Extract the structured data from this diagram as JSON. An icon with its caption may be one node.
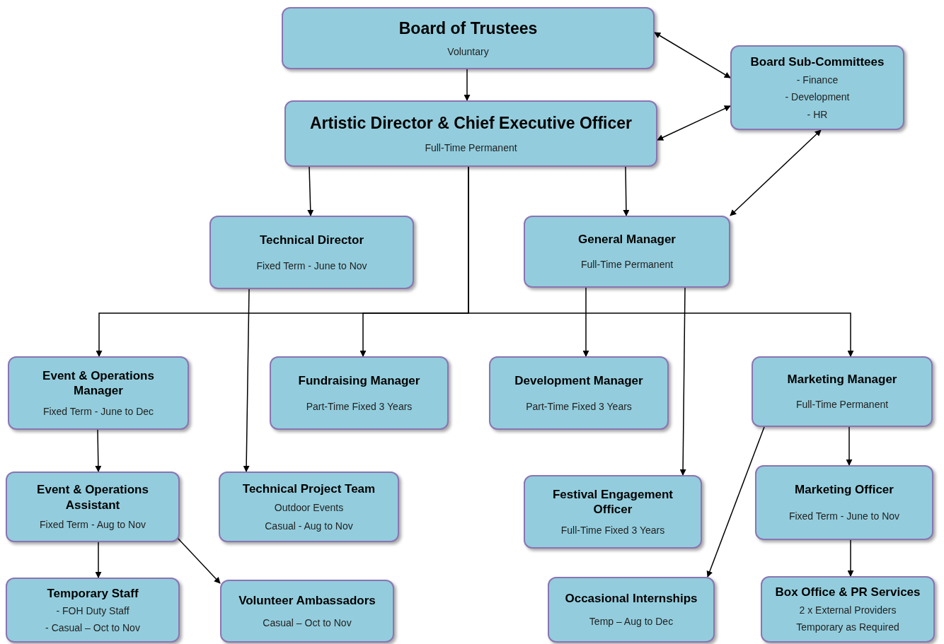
{
  "diagram": {
    "nodes": [
      {
        "text": [
          "Board of Trustees",
          "Voluntary"
        ]
      },
      {
        "text": [
          "Board Sub-Committees",
          "- Finance",
          "- Development",
          "- HR"
        ]
      },
      {
        "text": [
          "Artistic Director & Chief Executive Officer",
          "Full-Time Permanent"
        ]
      },
      {
        "text": [
          "Technical Director",
          "Fixed Term  - June to Nov"
        ]
      },
      {
        "text": [
          "General Manager",
          "Full-Time Permanent"
        ]
      },
      {
        "text": [
          "Event & Operations Manager",
          "Fixed Term -  June to Dec"
        ]
      },
      {
        "text": [
          "Fundraising Manager",
          "Part-Time Fixed 3 Years"
        ]
      },
      {
        "text": [
          "Development Manager",
          "Part-Time Fixed 3 Years"
        ]
      },
      {
        "text": [
          "Marketing Manager",
          "Full-Time Permanent"
        ]
      },
      {
        "text": [
          "Event & Operations Assistant",
          "Fixed Term - Aug to Nov"
        ]
      },
      {
        "text": [
          "Technical Project Team",
          "Outdoor Events",
          "Casual - Aug to Nov"
        ]
      },
      {
        "text": [
          "Festival Engagement Officer",
          "Full-Time Fixed 3 Years"
        ]
      },
      {
        "text": [
          "Marketing Officer",
          "Fixed Term - June to Nov"
        ]
      },
      {
        "text": [
          "Temporary Staff",
          "- FOH Duty Staff",
          "- Casual – Oct to Nov"
        ]
      },
      {
        "text": [
          "Volunteer Ambassadors",
          "Casual – Oct to Nov"
        ]
      },
      {
        "text": [
          "Occasional Internships",
          "Temp – Aug to Dec"
        ]
      },
      {
        "text": [
          "Box Office & PR Services",
          "2 x External Providers",
          "Temporary as Required"
        ]
      }
    ],
    "edges": [
      {
        "from": 0,
        "to": 2,
        "arrow": "to"
      },
      {
        "from": 0,
        "to": 1,
        "arrow": "both"
      },
      {
        "from": 2,
        "to": 1,
        "arrow": "both"
      },
      {
        "from": 4,
        "to": 1,
        "arrow": "both"
      },
      {
        "from": 2,
        "to": 3,
        "arrow": "to"
      },
      {
        "from": 2,
        "to": 4,
        "arrow": "to"
      },
      {
        "from": 2,
        "to": 5,
        "arrow": "to"
      },
      {
        "from": 2,
        "to": 6,
        "arrow": "to"
      },
      {
        "from": 2,
        "to": 8,
        "arrow": "to"
      },
      {
        "from": 4,
        "to": 7,
        "arrow": "to"
      },
      {
        "from": 4,
        "to": 11,
        "arrow": "to"
      },
      {
        "from": 3,
        "to": 10,
        "arrow": "to"
      },
      {
        "from": 5,
        "to": 9,
        "arrow": "to"
      },
      {
        "from": 9,
        "to": 13,
        "arrow": "to"
      },
      {
        "from": 9,
        "to": 14,
        "arrow": "to"
      },
      {
        "from": 8,
        "to": 12,
        "arrow": "to"
      },
      {
        "from": 8,
        "to": 15,
        "arrow": "to"
      },
      {
        "from": 12,
        "to": 16,
        "arrow": "to"
      }
    ]
  }
}
